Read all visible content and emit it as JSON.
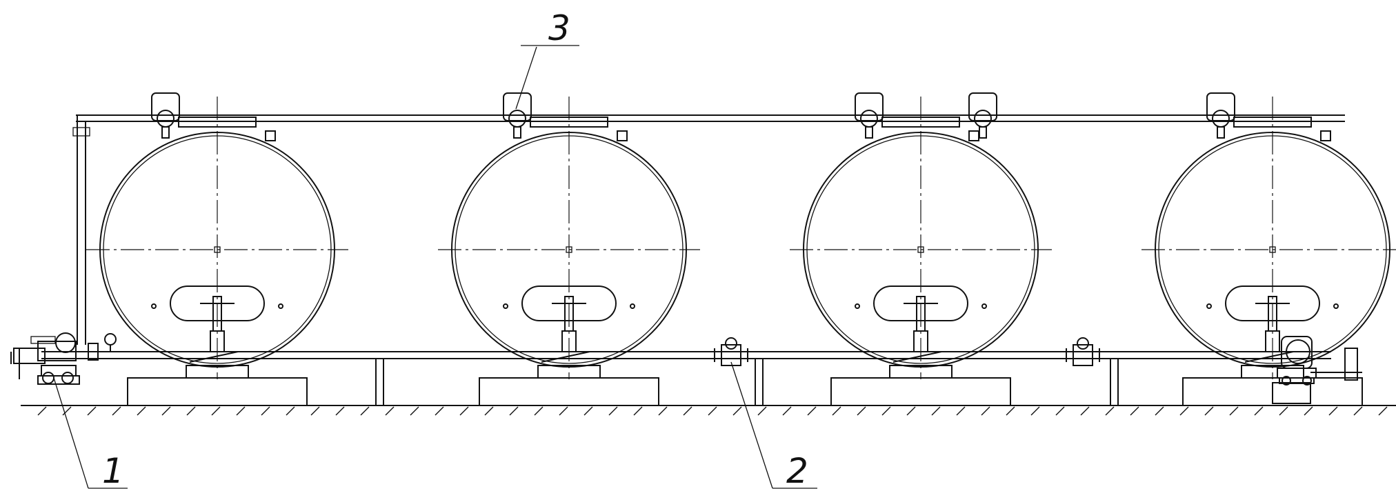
{
  "figure": {
    "tank_count": 4,
    "callouts": [
      {
        "id": "callout-1",
        "label": "1"
      },
      {
        "id": "callout-2",
        "label": "2"
      },
      {
        "id": "callout-3",
        "label": "3"
      }
    ],
    "colors": {
      "line": "#111111",
      "background": "#ffffff"
    }
  }
}
